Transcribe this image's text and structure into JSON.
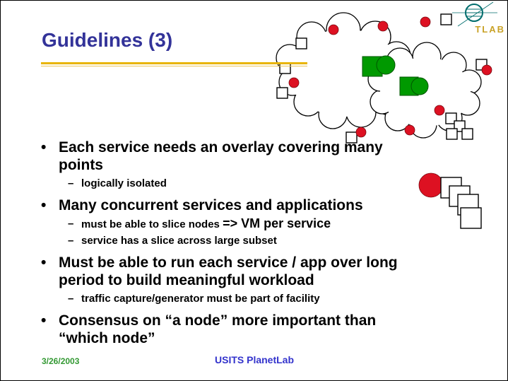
{
  "title": "Guidelines (3)",
  "markers": {
    "level1": "•",
    "level2": "–"
  },
  "bullets": [
    {
      "level": 1,
      "text": "Each service needs an overlay covering many\npoints"
    },
    {
      "level": 2,
      "text": "logically isolated"
    },
    {
      "level": 1,
      "text": "Many concurrent services and applications"
    },
    {
      "level": 2,
      "text": "must be able to slice nodes ",
      "emphasis": "=> VM per service"
    },
    {
      "level": 2,
      "text": "service has a slice across large subset"
    },
    {
      "level": 1,
      "text": "Must be able to run each service / app over long\nperiod to build meaningful workload"
    },
    {
      "level": 2,
      "text": "traffic capture/generator must be part of facility"
    },
    {
      "level": 1,
      "text": "Consensus on “a node” more important than\n“which node”"
    }
  ],
  "footer": {
    "date": "3/26/2003",
    "center": "USITS PlanetLab"
  },
  "logo": {
    "text": "TLAB"
  },
  "colors": {
    "title": "#333399",
    "accent_line": "#E8B400",
    "body_text": "#000000",
    "footer_date": "#339933",
    "footer_center": "#3333CC",
    "node_red": "#DD1122",
    "node_green": "#009900",
    "logo_teal": "#006D6D",
    "logo_gold": "#C9A227"
  }
}
